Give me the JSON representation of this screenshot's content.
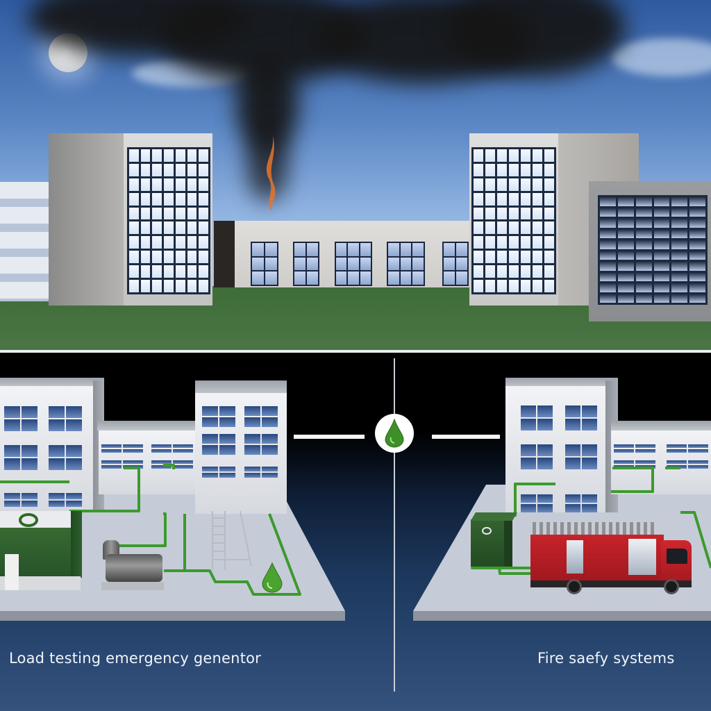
{
  "scene": {
    "top": {
      "description": "Industrial campus with buildings under a sky with a dark smoke plume and moon",
      "icons": [
        "moon-icon",
        "smoke-plume-icon",
        "fire-icon"
      ]
    },
    "center_badge_icon": "water-drop-icon",
    "panels": [
      {
        "caption": "Load testing emergency genentor",
        "icons": [
          "generator-icon",
          "pump-icon",
          "water-drop-icon",
          "pipe-icon",
          "stairs-icon"
        ]
      },
      {
        "caption": "Fire saefy systems",
        "icons": [
          "control-cabinet-icon",
          "fire-truck-icon",
          "pipe-icon"
        ]
      }
    ],
    "colors": {
      "sky": "#8fb2e0",
      "grass": "#4b7545",
      "pipe_green": "#3c9a2c",
      "truck_red": "#b01c22",
      "generator_green": "#2f5e2a",
      "bottom_bg": "#1b365a"
    }
  }
}
